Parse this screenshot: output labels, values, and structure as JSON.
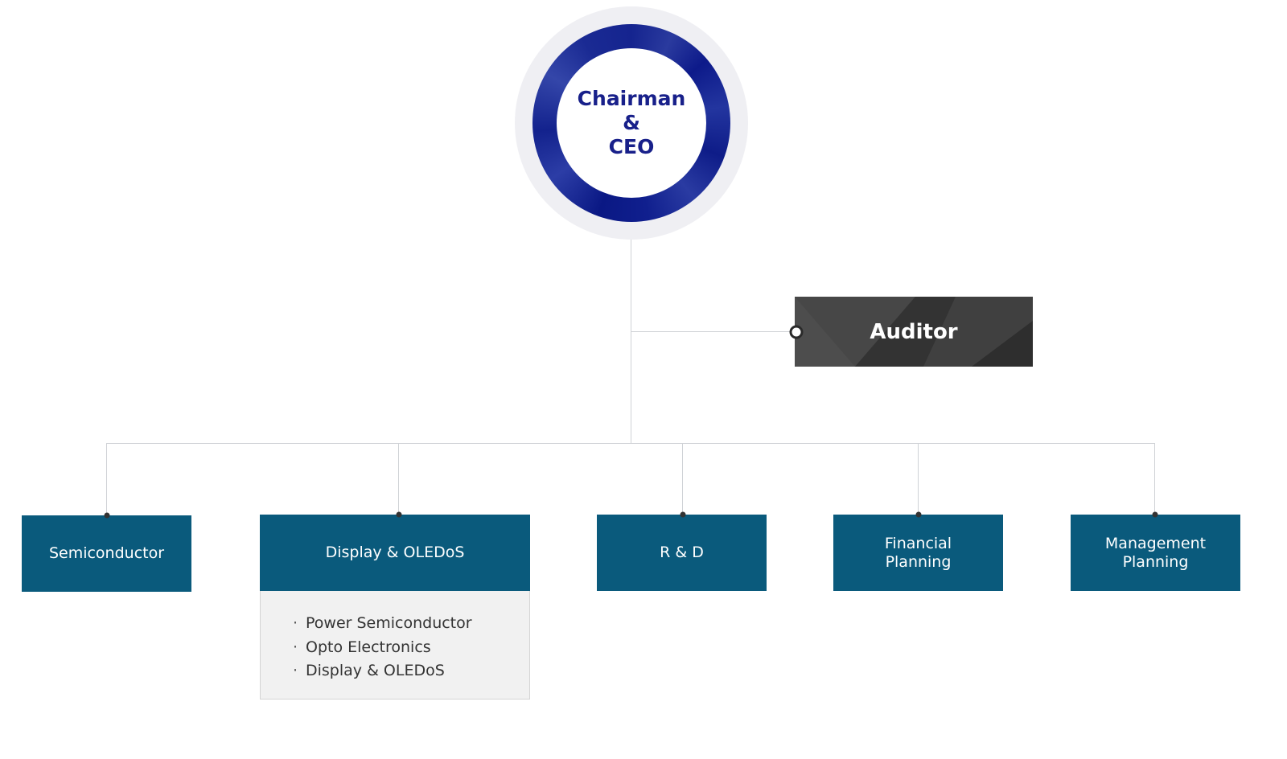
{
  "ceo": {
    "line1": "Chairman",
    "line2": "&",
    "line3": "CEO"
  },
  "auditor": {
    "label": "Auditor"
  },
  "departments": [
    {
      "line1": "Semiconductor",
      "line2": ""
    },
    {
      "line1": "Display & OLEDoS",
      "line2": ""
    },
    {
      "line1": "R & D",
      "line2": ""
    },
    {
      "line1": "Financial",
      "line2": "Planning"
    },
    {
      "line1": "Management",
      "line2": "Planning"
    }
  ],
  "display_subunits": [
    "Power Semiconductor",
    "Opto Electronics",
    "Display & OLEDoS"
  ],
  "colors": {
    "ceo_ring": "#15248f",
    "ceo_text": "#18208a",
    "auditor_bg": "#3a3a3a",
    "department_bg": "#0a5a7c",
    "subunit_bg": "#f1f1f1",
    "connector": "#cfd2d6"
  }
}
